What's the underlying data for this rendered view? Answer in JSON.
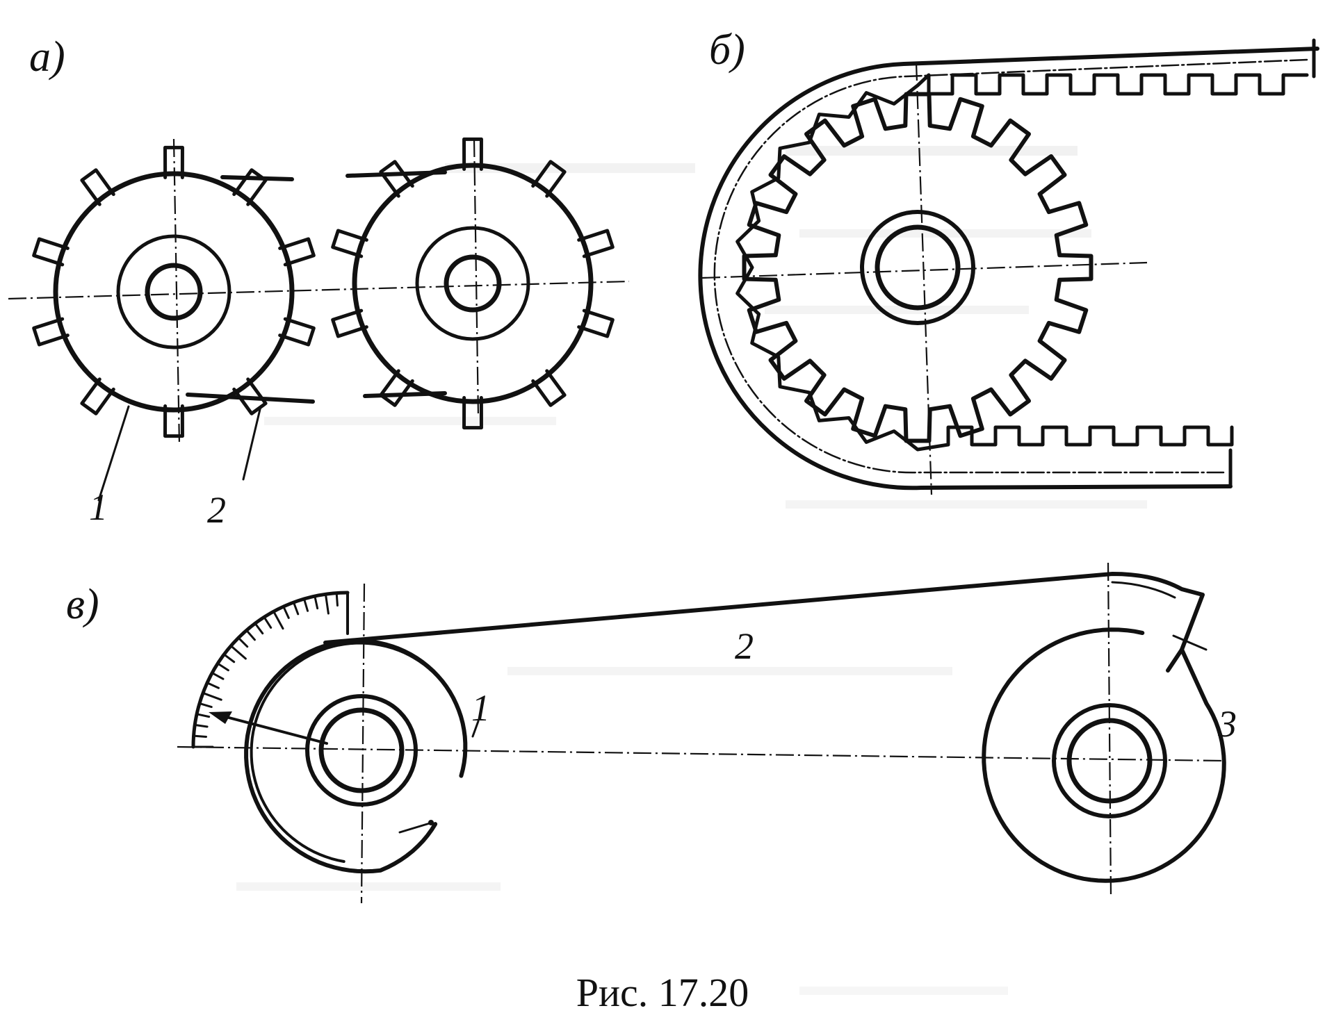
{
  "figure": {
    "caption": "Рис. 17.20",
    "panels": {
      "a": {
        "label": "а)",
        "parts": [
          "1",
          "2"
        ]
      },
      "b": {
        "label": "б)"
      },
      "v": {
        "label": "в)",
        "parts": [
          "1",
          "2",
          "3"
        ]
      }
    }
  },
  "colors": {
    "ink": "#111111",
    "paper": "#ffffff",
    "bleed_through": "#8f8f8f"
  }
}
